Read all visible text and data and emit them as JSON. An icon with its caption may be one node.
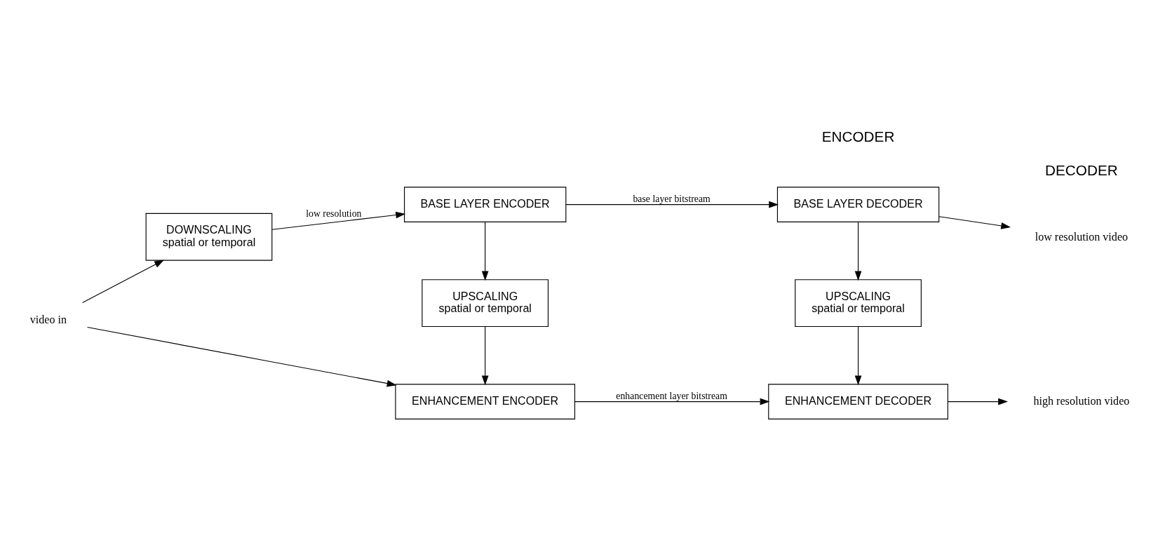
{
  "diagram": {
    "nodes": [
      {
        "text": [
          "video in"
        ]
      },
      {
        "text": [
          "ENHANCEMENT ENCODER"
        ]
      },
      {
        "text": [
          "DOWNSCALING",
          "spatial or temporal"
        ]
      },
      {
        "text": [
          "UPSCALING",
          "spatial or temporal"
        ]
      },
      {
        "text": [
          "BASE LAYER ENCODER"
        ]
      },
      {
        "text": [
          "ENHANCEMENT DECODER"
        ]
      },
      {
        "text": [
          "UPSCALING",
          "spatial or temporal"
        ]
      },
      {
        "text": [
          "BASE LAYER DECODER"
        ]
      },
      {
        "text": [
          "high resolution video"
        ]
      },
      {
        "text": [
          "low resolution video"
        ]
      }
    ],
    "edges": [
      {
        "from": 0,
        "to": 1,
        "arrow": "to"
      },
      {
        "from": 0,
        "to": 2,
        "arrow": "to"
      },
      {
        "from": 2,
        "to": 4,
        "arrow": "to",
        "label": "low resolution"
      },
      {
        "from": 4,
        "to": 3,
        "arrow": "to"
      },
      {
        "from": 3,
        "to": 1,
        "arrow": "to"
      },
      {
        "from": 1,
        "to": 5,
        "arrow": "to",
        "label": "enhancement layer bitstream"
      },
      {
        "from": 4,
        "to": 7,
        "arrow": "to",
        "label": "base layer bitstream"
      },
      {
        "from": 7,
        "to": 6,
        "arrow": "to"
      },
      {
        "from": 6,
        "to": 5,
        "arrow": "to"
      },
      {
        "from": 5,
        "to": 8,
        "arrow": "to"
      },
      {
        "from": 7,
        "to": 9,
        "arrow": "to"
      }
    ],
    "labels": [
      "ENCODER",
      "DECODER"
    ]
  }
}
